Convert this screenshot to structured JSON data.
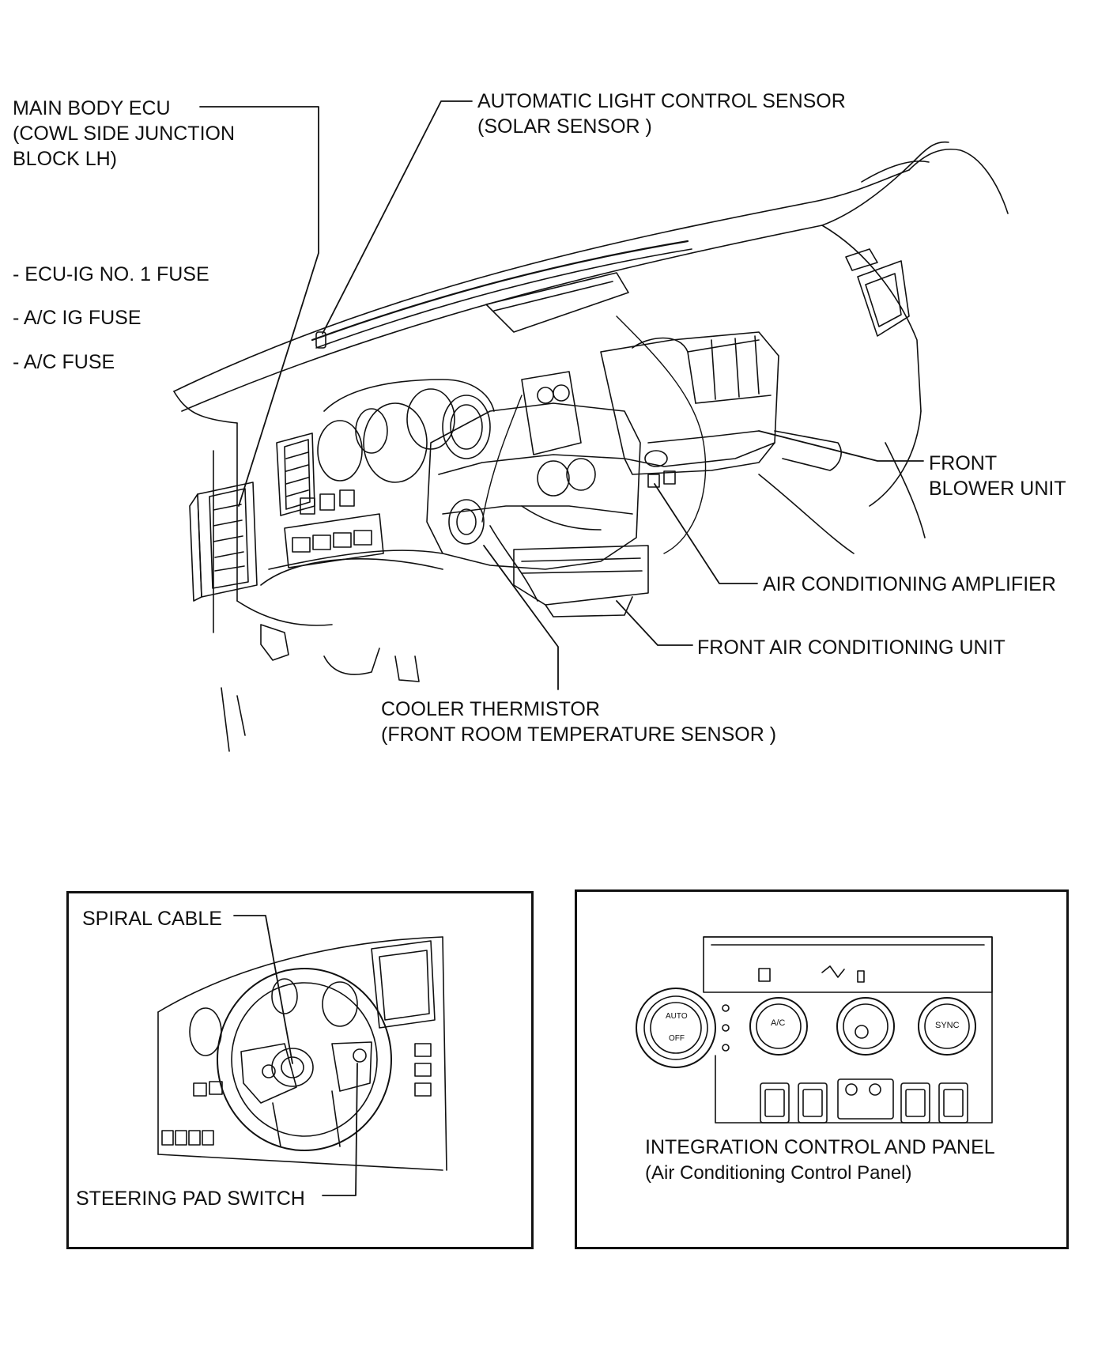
{
  "main_view": {
    "labels": {
      "main_body_ecu": [
        "MAIN BODY ECU",
        "(COWL SIDE JUNCTION",
        "BLOCK LH)"
      ],
      "fuses": [
        "- ECU-IG NO. 1 FUSE",
        "- A/C IG FUSE",
        "- A/C FUSE"
      ],
      "solar_sensor": [
        "AUTOMATIC LIGHT CONTROL SENSOR",
        "(SOLAR SENSOR )"
      ],
      "front_blower_unit": [
        "FRONT",
        "BLOWER UNIT"
      ],
      "ac_amplifier": "AIR CONDITIONING AMPLIFIER",
      "front_ac_unit": "FRONT AIR CONDITIONING UNIT",
      "cooler_thermistor": [
        "COOLER THERMISTOR",
        "(FRONT ROOM TEMPERATURE SENSOR )"
      ]
    }
  },
  "steering_inset": {
    "spiral_cable": "SPIRAL CABLE",
    "steering_pad_switch": "STEERING PAD SWITCH"
  },
  "control_panel_inset": {
    "title": "INTEGRATION CONTROL AND PANEL",
    "subtitle": "(Air Conditioning Control Panel)",
    "knobs": [
      "AUTO",
      "OFF",
      "A/C",
      "SYNC"
    ]
  },
  "colors": {
    "ink": "#111111",
    "paper": "#ffffff"
  }
}
